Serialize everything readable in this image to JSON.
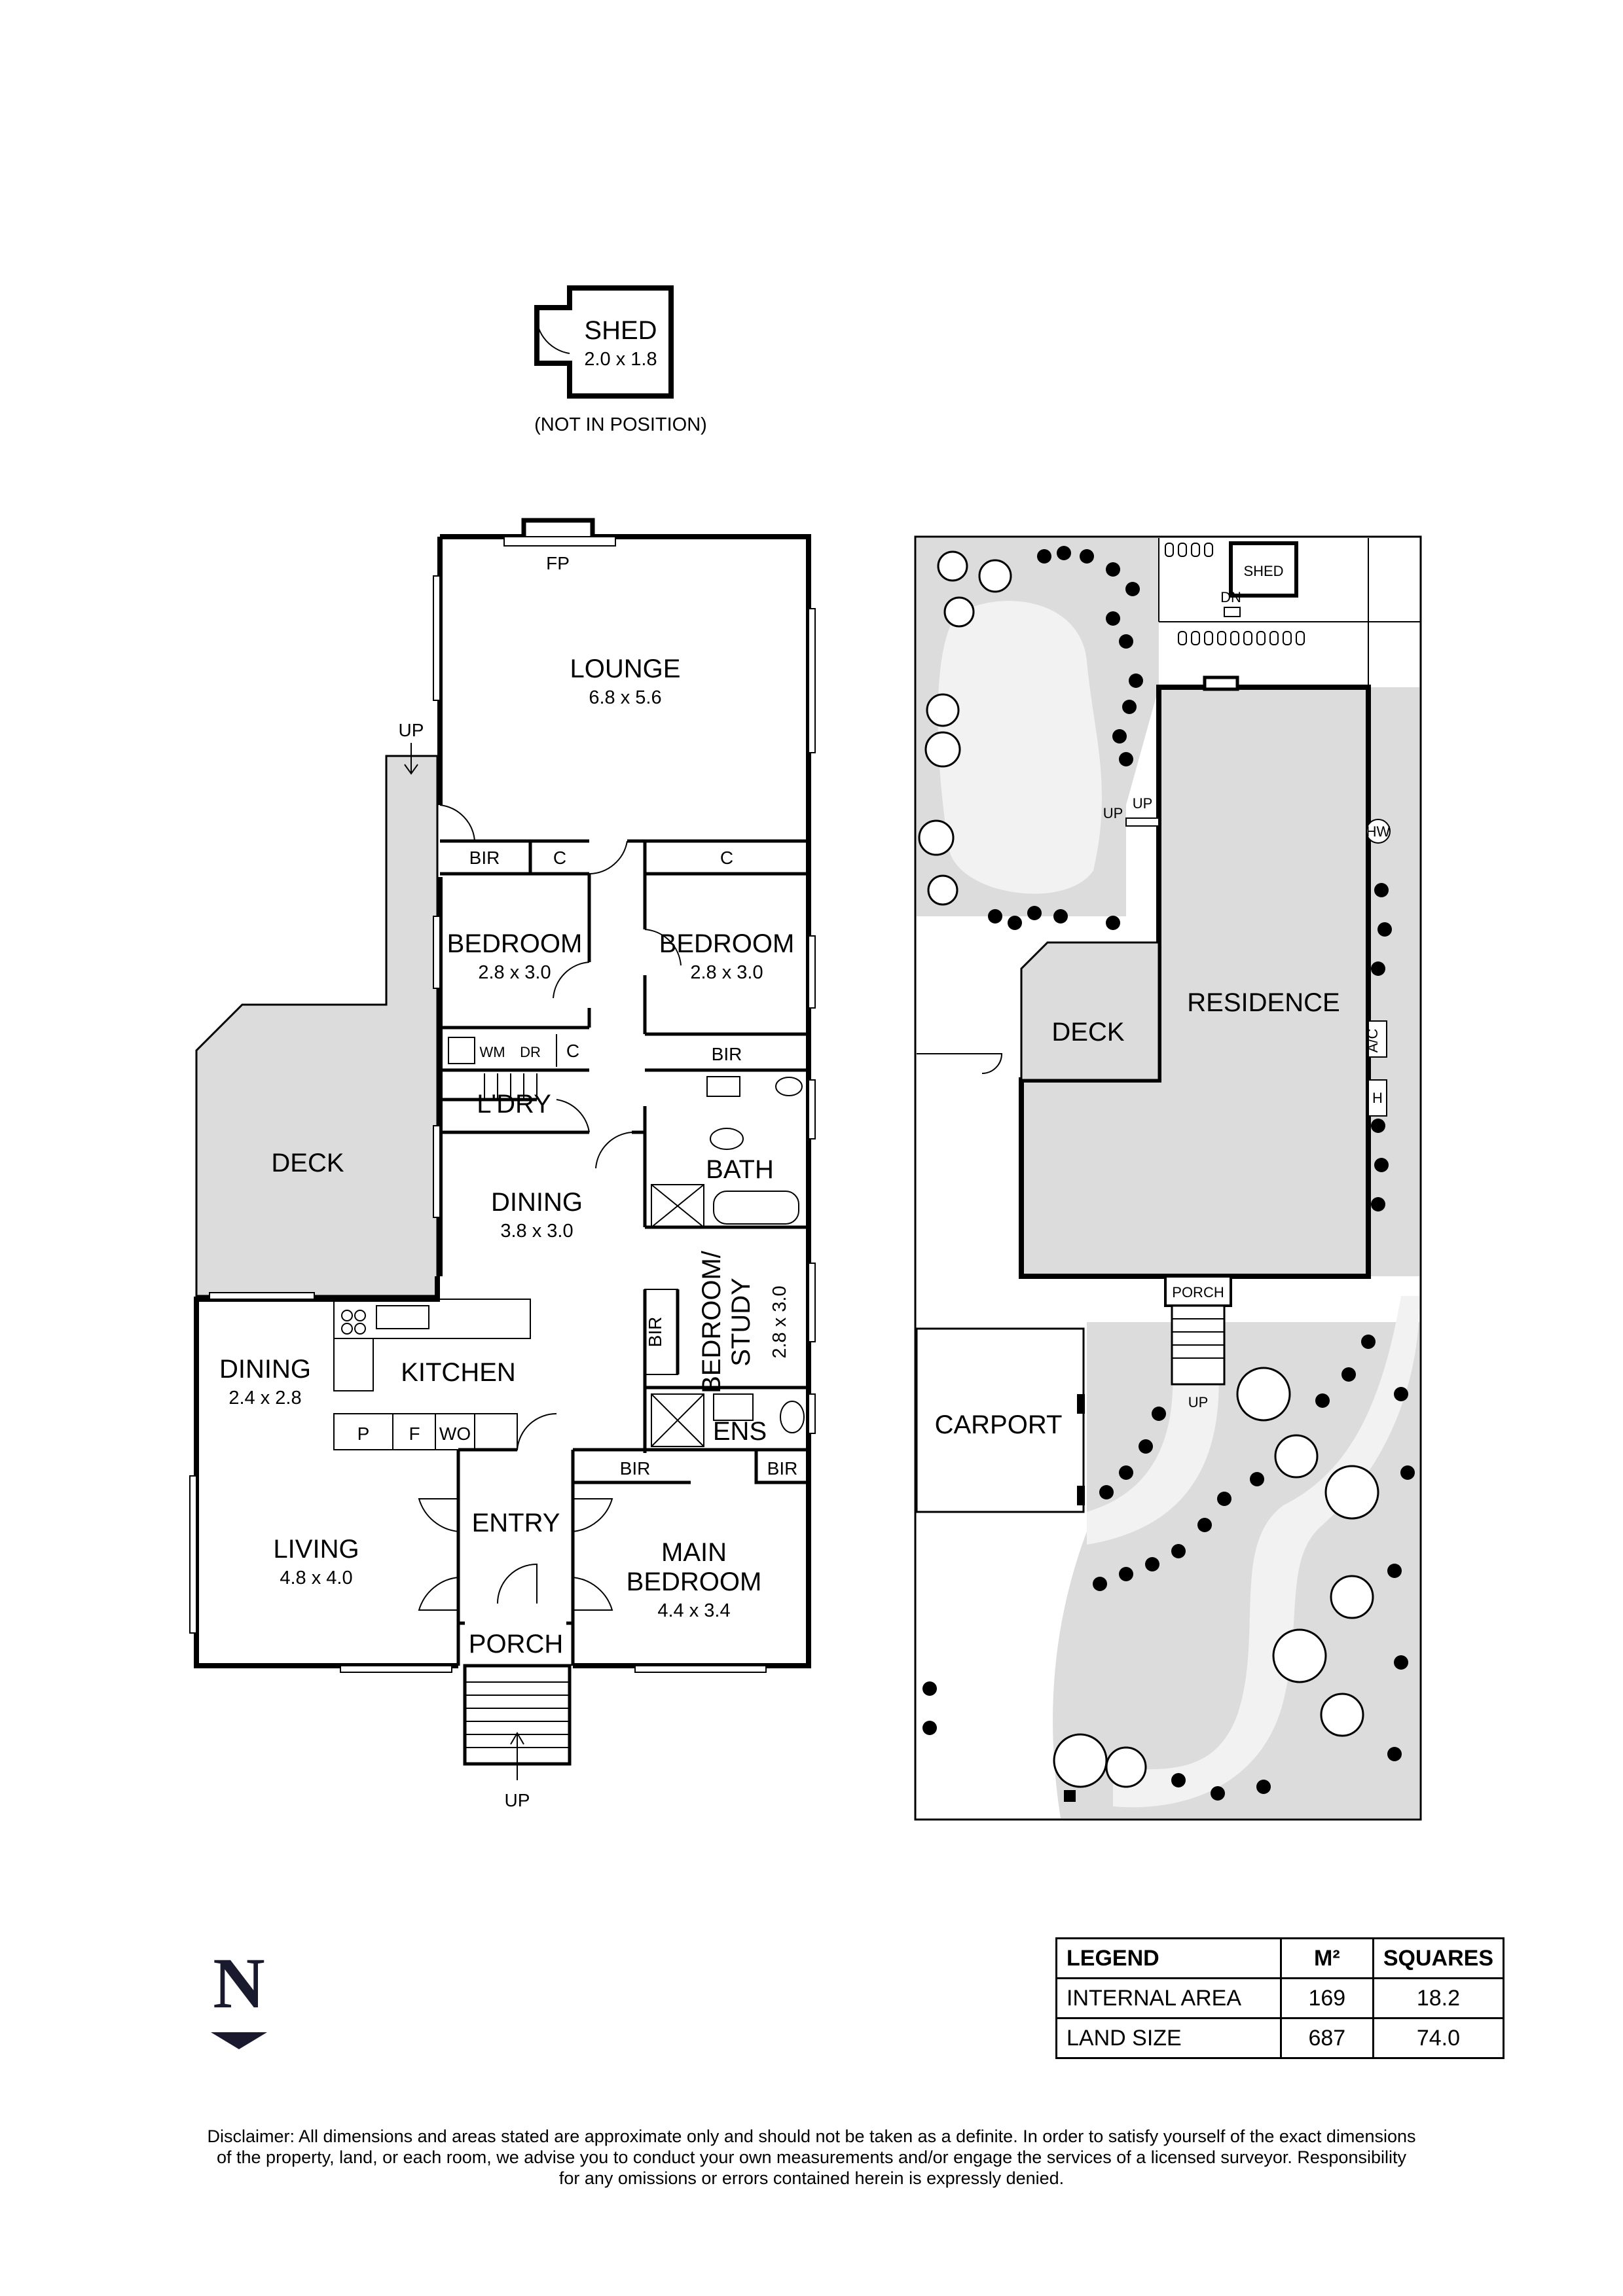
{
  "shed": {
    "label": "SHED",
    "dims": "2.0 x 1.8",
    "note": "(NOT IN POSITION)"
  },
  "rooms": {
    "lounge": {
      "label": "LOUNGE",
      "dims": "6.8 x 5.6"
    },
    "fp": "FP",
    "bir": "BIR",
    "c": "C",
    "bedroom": "BEDROOM",
    "bedroom_dims": "2.8 x 3.0",
    "wm": "WM",
    "dr": "DR",
    "laundry": "L'DRY",
    "bath": "BATH",
    "dining": {
      "label": "DINING",
      "dims": "3.8 x 3.0"
    },
    "deck": "DECK",
    "study": {
      "line1": "BEDROOM/",
      "line2": "STUDY",
      "dims": "2.8 x 3.0"
    },
    "kitchen": "KITCHEN",
    "dining2": {
      "label": "DINING",
      "dims": "2.4 x 2.8"
    },
    "p": "P",
    "f": "F",
    "wo": "WO",
    "ens": "ENS",
    "entry": "ENTRY",
    "living": {
      "label": "LIVING",
      "dims": "4.8 x 4.0"
    },
    "main_bedroom": {
      "line1": "MAIN",
      "line2": "BEDROOM",
      "dims": "4.4 x 3.4"
    },
    "porch": "PORCH",
    "up": "UP"
  },
  "site": {
    "shed": "SHED",
    "dn": "DN",
    "up": "UP",
    "residence": "RESIDENCE",
    "deck": "DECK",
    "carport": "CARPORT",
    "porch": "PORCH",
    "hw": "HW",
    "ac": "A/C",
    "h": "H"
  },
  "north": "N",
  "legend": {
    "headers": [
      "LEGEND",
      "M²",
      "SQUARES"
    ],
    "rows": [
      [
        "INTERNAL AREA",
        "169",
        "18.2"
      ],
      [
        "LAND SIZE",
        "687",
        "74.0"
      ]
    ]
  },
  "disclaimer": {
    "line1": "Disclaimer: All dimensions and areas stated are approximate only and should not be taken as a definite. In order to satisfy yourself of the exact dimensions",
    "line2": "of the property, land, or each room, we advise you to conduct your own measurements and/or engage the services of a licensed surveyor. Responsibility",
    "line3": "for any omissions or errors contained herein is expressly denied."
  }
}
